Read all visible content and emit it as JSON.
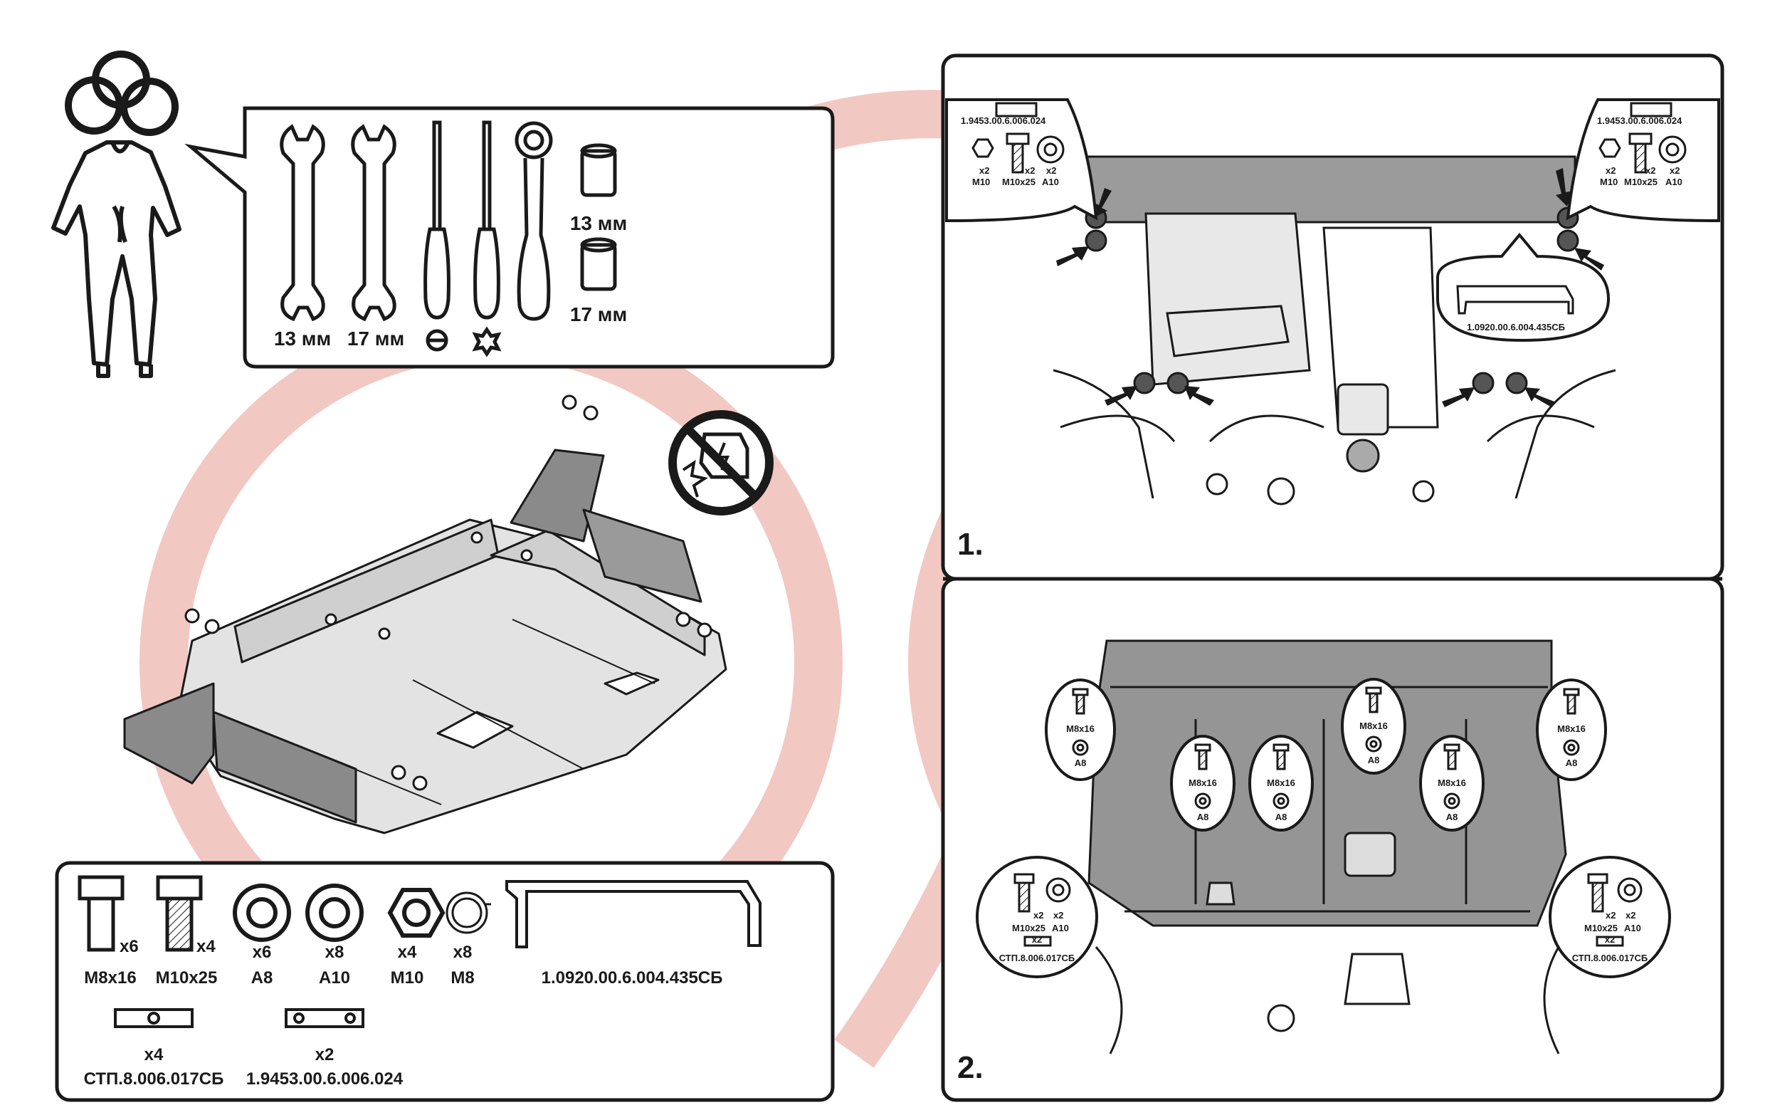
{
  "colors": {
    "watermark": "#e89a8f",
    "line": "#1a1a1a",
    "panel_fill": "#d7d7d7",
    "dark_fill": "#7a7a7a",
    "highlight": "#555555"
  },
  "icons": [
    "rings-icon",
    "mechanic-icon",
    "wrench-icon",
    "screwdriver-flat-icon",
    "screwdriver-torx-icon",
    "ratchet-icon",
    "socket-icon",
    "no-engine-damage-icon",
    "arrow-icon",
    "bolt-icon",
    "washer-icon",
    "nut-icon",
    "spring-washer-icon",
    "bracket-icon",
    "plate-icon"
  ],
  "tools": {
    "wrench_13": "13 мм",
    "wrench_17": "17 мм",
    "socket_13": "13 мм",
    "socket_17": "17 мм"
  },
  "parts": {
    "bolt_m8": {
      "qty": "x6",
      "name": "M8x16"
    },
    "bolt_m10": {
      "qty": "x4",
      "name": "M10x25"
    },
    "washer_a8": {
      "qty": "x6",
      "name": "A8"
    },
    "washer_a10": {
      "qty": "x8",
      "name": "A10"
    },
    "nut_m10": {
      "qty": "x4",
      "name": "M10"
    },
    "spring_m8": {
      "qty": "x8",
      "name": "M8"
    },
    "bracket": {
      "name": "1.0920.00.6.004.435СБ"
    },
    "plate_stp": {
      "qty": "x4",
      "name": "СТП.8.006.017СБ"
    },
    "plate_194": {
      "qty": "x2",
      "name": "1.9453.00.6.006.024"
    }
  },
  "step1": {
    "number": "1.",
    "callout_left": {
      "code": "1.9453.00.6.006.024",
      "q1": "x2",
      "q2": "x2",
      "q3": "x2",
      "n1": "M10",
      "n2": "M10x25",
      "n3": "A10"
    },
    "callout_right": {
      "code": "1.9453.00.6.006.024",
      "q1": "x2",
      "q2": "x2",
      "q3": "x2",
      "n1": "M10",
      "n2": "M10x25",
      "n3": "A10"
    },
    "bracket_code": "1.0920.00.6.004.435СБ"
  },
  "step2": {
    "number": "2.",
    "bolt_label": "M8x16",
    "washer_label": "A8",
    "corner_left": {
      "q1": "x2",
      "q2": "x2",
      "n1": "M10x25",
      "n2": "A10",
      "q3": "x2",
      "code": "СТП.8.006.017СБ"
    },
    "corner_right": {
      "q1": "x2",
      "q2": "x2",
      "n1": "M10x25",
      "n2": "A10",
      "q3": "x2",
      "code": "СТП.8.006.017СБ"
    }
  }
}
